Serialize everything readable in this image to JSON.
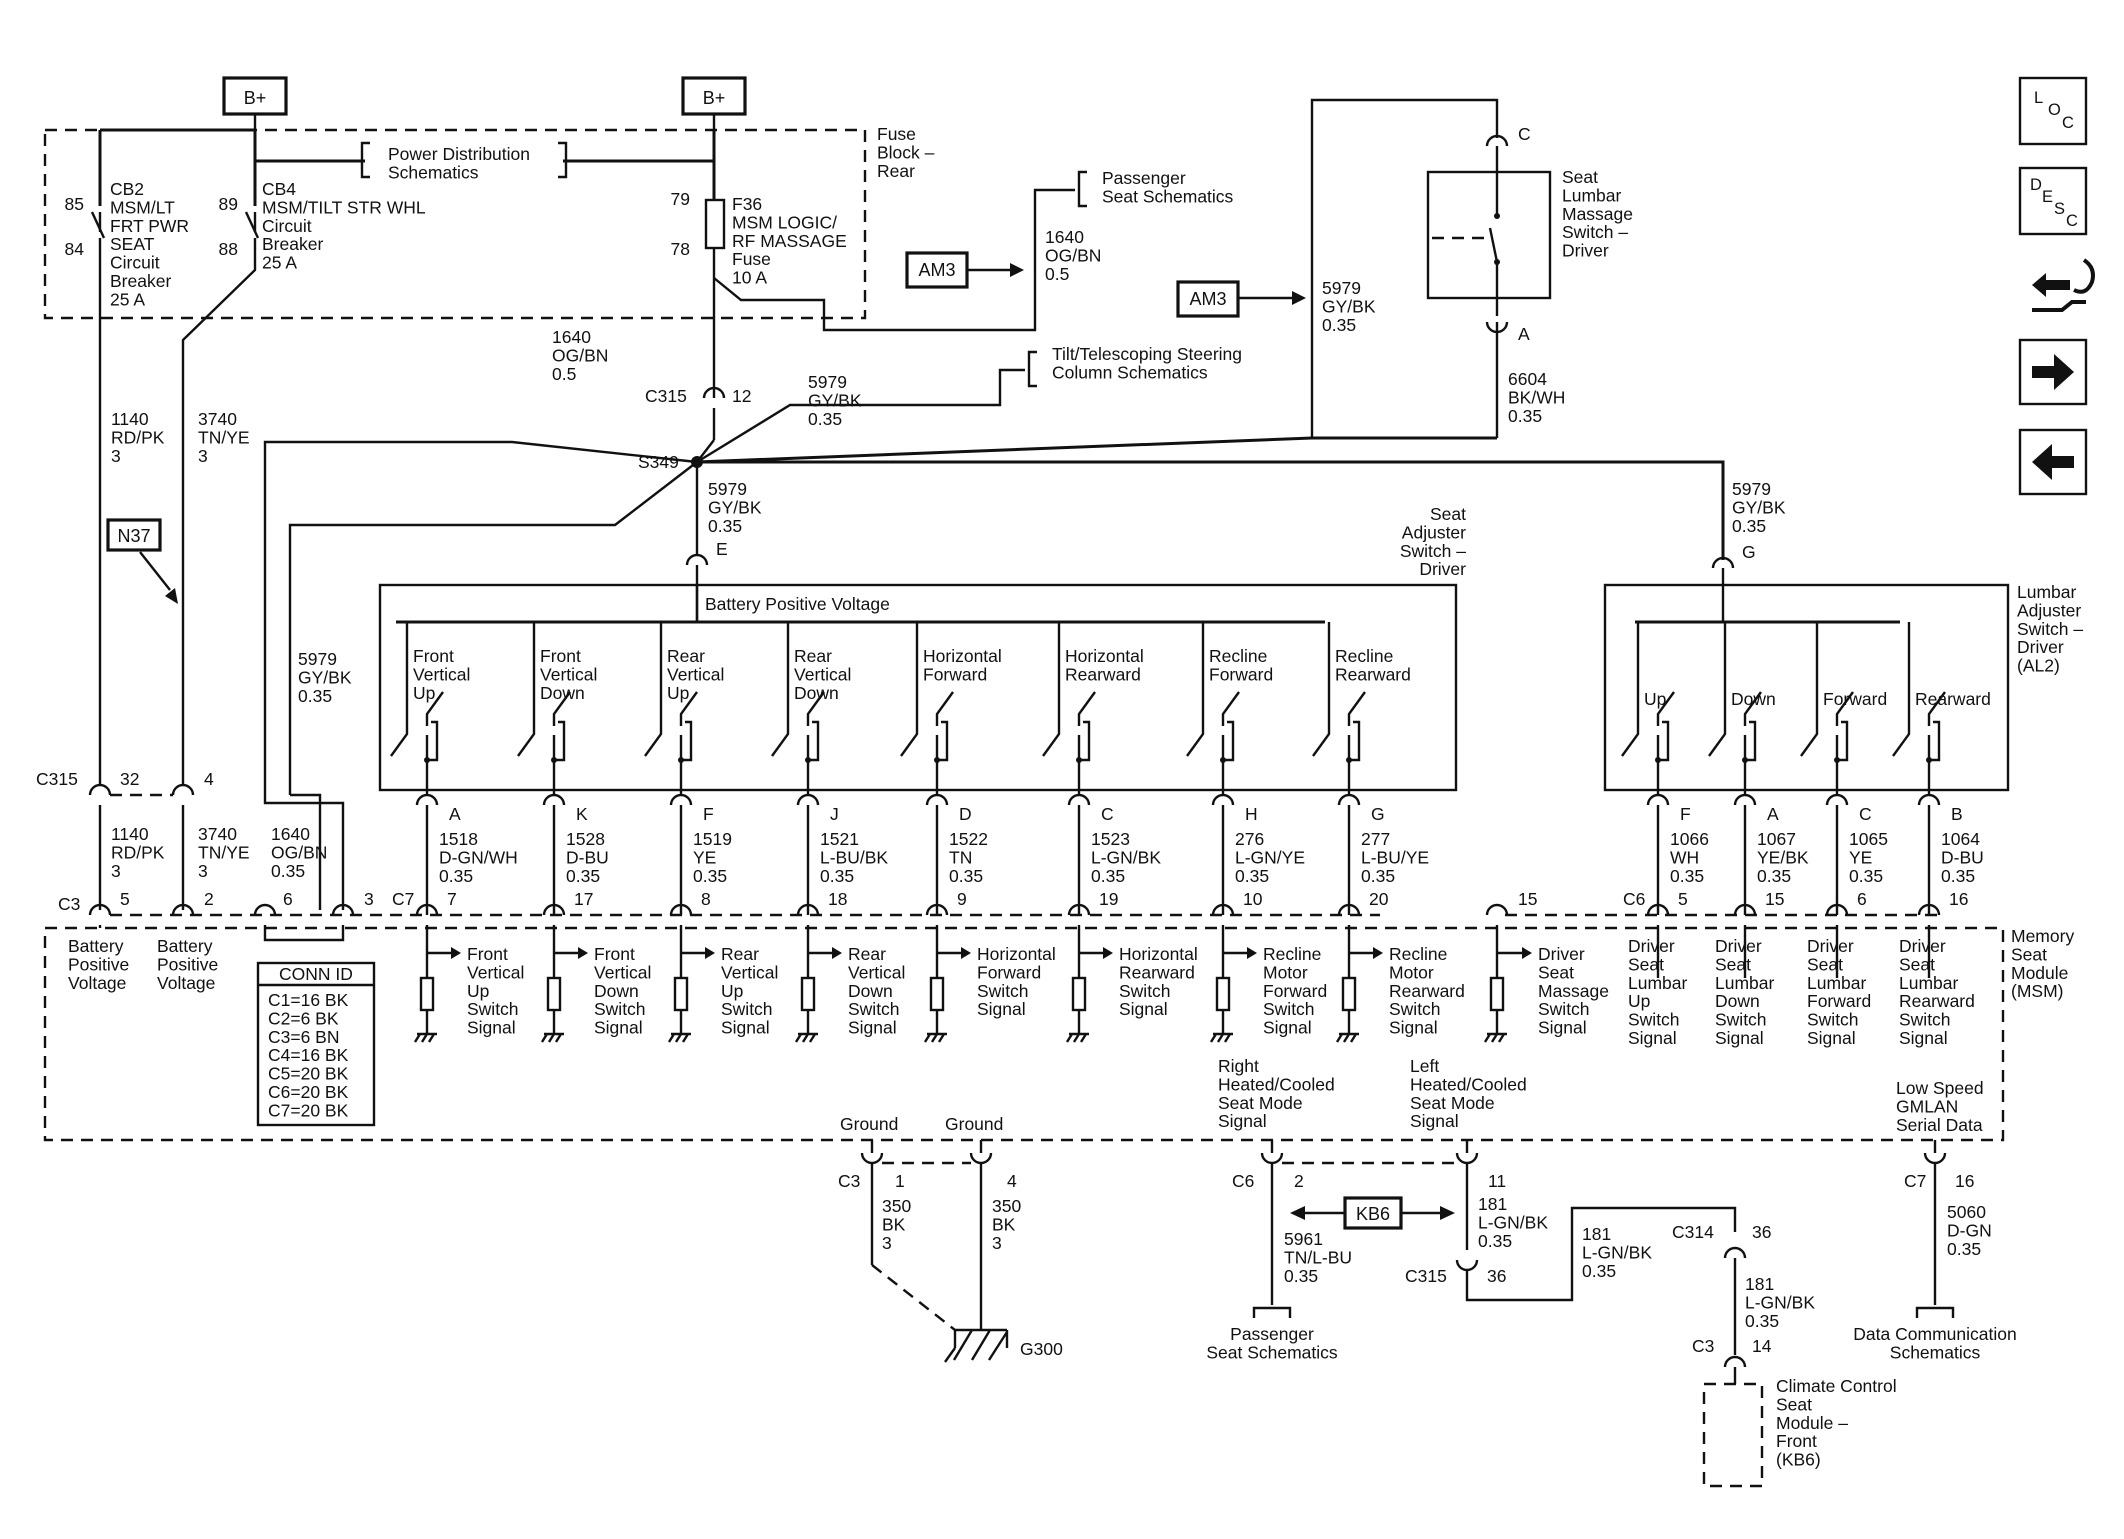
{
  "supply": {
    "bplus": "B+"
  },
  "fuse_block": {
    "name": "Fuse\nBlock –\nRear",
    "power_dist": "Power Distribution\nSchematics"
  },
  "cb2": {
    "label": "CB2\nMSM/LT\nFRT PWR\nSEAT\nCircuit\nBreaker\n25 A",
    "pin_in": "85",
    "pin_out": "84"
  },
  "cb4": {
    "label": "CB4\nMSM/TILT STR WHL\nCircuit\nBreaker\n25 A",
    "pin_in": "89",
    "pin_out": "88"
  },
  "f36": {
    "label": "F36\nMSM LOGIC/\nRF MASSAGE\nFuse\n10 A",
    "pin_in": "79",
    "pin_out": "78"
  },
  "refs": {
    "passenger_top": "Passenger\nSeat Schematics",
    "am3": "AM3",
    "tilt": "Tilt/Telescoping Steering\nColumn Schematics",
    "n37": "N37",
    "passenger_bottom": "Passenger\nSeat Schematics",
    "data_comm": "Data Communication\nSchematics",
    "kb6": "KB6"
  },
  "wires": {
    "w1640_am3": "1640\nOG/BN\n0.5",
    "w5979_am3": "5979\nGY/BK\n0.35",
    "w1640_top": "1640\nOG/BN\n0.5",
    "w5979_tilt": "5979\nGY/BK\n0.35",
    "w6604": "6604\nBK/WH\n0.35",
    "w5979_e": "5979\nGY/BK\n0.35",
    "w5979_g": "5979\nGY/BK\n0.35",
    "w1140_top": "1140\nRD/PK\n3",
    "w3740_top": "3740\nTN/YE\n3",
    "w5979_left": "5979\nGY/BK\n0.35",
    "w1140_bot": "1140\nRD/PK\n3",
    "w3740_bot": "3740\nTN/YE\n3",
    "w1640_bot": "1640\nOG/BN\n0.35",
    "w350_a": "350\nBK\n3",
    "w350_b": "350\nBK\n3",
    "w5961": "5961\nTN/L-BU\n0.35",
    "w181_a": "181\nL-GN/BK\n0.35",
    "w181_b": "181\nL-GN/BK\n0.35",
    "w181_c": "181\nL-GN/BK\n0.35",
    "w5060": "5060\nD-GN\n0.35"
  },
  "connectors": {
    "c315": "C315",
    "c315_pin": "12",
    "s349": "S349",
    "c315_left": "C315",
    "c315_p32": "32",
    "c315_p4": "4",
    "c3": "C3",
    "c3_p5": "5",
    "c3_p2": "2",
    "c3_p6": "6",
    "c3_p3": "3",
    "c7": "C7",
    "c6": "C6",
    "pin15": "15",
    "gnd_c3": "C3",
    "gnd_p1": "1",
    "gnd_p4": "4",
    "c6b": "C6",
    "c6b_p2": "2",
    "p11": "11",
    "c315b": "C315",
    "c315b_p36": "36",
    "c314": "C314",
    "c314_p36": "36",
    "c3b": "C3",
    "c3b_p14": "14",
    "c7b": "C7",
    "c7b_p16": "16",
    "pin_c": "C",
    "pin_a": "A",
    "pin_e": "E",
    "pin_g": "G"
  },
  "lumbar_massage": {
    "name": "Seat\nLumbar\nMassage\nSwitch –\nDriver"
  },
  "seat_switch": {
    "name": "Seat\nAdjuster\nSwitch –\nDriver",
    "bus": "Battery Positive Voltage",
    "switches": [
      {
        "label": "Front\nVertical\nUp",
        "pin": "A",
        "wire": "1518\nD-GN/WH\n0.35",
        "cpin": "7",
        "signal": "Front\nVertical\nUp\nSwitch\nSignal"
      },
      {
        "label": "Front\nVertical\nDown",
        "pin": "K",
        "wire": "1528\nD-BU\n0.35",
        "cpin": "17",
        "signal": "Front\nVertical\nDown\nSwitch\nSignal"
      },
      {
        "label": "Rear\nVertical\nUp",
        "pin": "F",
        "wire": "1519\nYE\n0.35",
        "cpin": "8",
        "signal": "Rear\nVertical\nUp\nSwitch\nSignal"
      },
      {
        "label": "Rear\nVertical\nDown",
        "pin": "J",
        "wire": "1521\nL-BU/BK\n0.35",
        "cpin": "18",
        "signal": "Rear\nVertical\nDown\nSwitch\nSignal"
      },
      {
        "label": "Horizontal\nForward",
        "pin": "D",
        "wire": "1522\nTN\n0.35",
        "cpin": "9",
        "signal": "Horizontal\nForward\nSwitch\nSignal"
      },
      {
        "label": "Horizontal\nRearward",
        "pin": "C",
        "wire": "1523\nL-GN/BK\n0.35",
        "cpin": "19",
        "signal": "Horizontal\nRearward\nSwitch\nSignal"
      },
      {
        "label": "Recline\nForward",
        "pin": "H",
        "wire": "276\nL-GN/YE\n0.35",
        "cpin": "10",
        "signal": "Recline\nMotor\nForward\nSwitch\nSignal"
      },
      {
        "label": "Recline\nRearward",
        "pin": "G",
        "wire": "277\nL-BU/YE\n0.35",
        "cpin": "20",
        "signal": "Recline\nMotor\nRearward\nSwitch\nSignal"
      }
    ]
  },
  "lumbar_switch": {
    "name": "Lumbar\nAdjuster\nSwitch –\nDriver\n(AL2)",
    "switches": [
      {
        "label": "Up",
        "pin": "F",
        "wire": "1066\nWH\n0.35",
        "cpin": "5",
        "signal": "Driver\nSeat\nLumbar\nUp\nSwitch\nSignal"
      },
      {
        "label": "Down",
        "pin": "A",
        "wire": "1067\nYE/BK\n0.35",
        "cpin": "15",
        "signal": "Driver\nSeat\nLumbar\nDown\nSwitch\nSignal"
      },
      {
        "label": "Forward",
        "pin": "C",
        "wire": "1065\nYE\n0.35",
        "cpin": "6",
        "signal": "Driver\nSeat\nLumbar\nForward\nSwitch\nSignal"
      },
      {
        "label": "Rearward",
        "pin": "B",
        "wire": "1064\nD-BU\n0.35",
        "cpin": "16",
        "signal": "Driver\nSeat\nLumbar\nRearward\nSwitch\nSignal"
      }
    ]
  },
  "msm": {
    "name": "Memory\nSeat\nModule\n(MSM)",
    "bpv1": "Battery\nPositive\nVoltage",
    "bpv2": "Battery\nPositive\nVoltage",
    "massage": "Driver\nSeat\nMassage\nSwitch\nSignal",
    "ground1": "Ground",
    "ground2": "Ground",
    "right_hc": "Right\nHeated/Cooled\nSeat Mode\nSignal",
    "left_hc": "Left\nHeated/Cooled\nSeat Mode\nSignal",
    "gmlan": "Low Speed\nGMLAN\nSerial Data"
  },
  "conn_id": {
    "title": "CONN ID",
    "rows": [
      "C1=16 BK",
      "C2=6 BK",
      "C3=6 BN",
      "C4=16 BK",
      "C5=20 BK",
      "C6=20 BK",
      "C7=20 BK"
    ]
  },
  "ground": {
    "name": "G300"
  },
  "climate": {
    "name": "Climate Control\nSeat\nModule –\nFront\n(KB6)"
  },
  "nav": {
    "loc": [
      "L",
      "O",
      "C"
    ],
    "desc": [
      "D",
      "E",
      "S",
      "C"
    ]
  }
}
